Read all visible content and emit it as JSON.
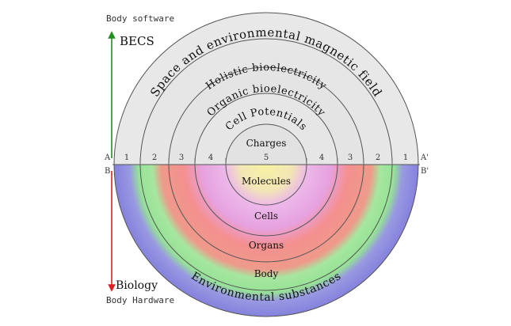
{
  "left_axis": {
    "top_caption": "Body software",
    "top_label": "BECS",
    "bottom_label": "Biology",
    "bottom_caption": "Body Hardware",
    "colors": {
      "up_arrow": "#1f8f1f",
      "down_arrow": "#e02020"
    }
  },
  "divider": {
    "left_upper": "A",
    "left_lower": "B",
    "right_upper": "A'",
    "right_lower": "B'",
    "numbers": [
      "1",
      "2",
      "3",
      "4",
      "5",
      "4",
      "3",
      "2",
      "1"
    ]
  },
  "upper_rings": {
    "ring1": "Space and environmental magnetic field",
    "ring2": "Holistic bioelectricity",
    "ring3": "Organic bioelectricity",
    "ring4": "Cell Potentials",
    "ring5": "Charges"
  },
  "lower_rings": {
    "ring1": "Environmental substances",
    "ring2": "Body",
    "ring3": "Organs",
    "ring4": "Cells",
    "ring5": "Molecules"
  },
  "colors": {
    "upper_fill": "#e6e6e6",
    "outer_lower": "#8a86e0",
    "body": "#8fe08a",
    "organs": "#f08a8a",
    "cells": "#e8a6e6",
    "molecules": "#f4f0a4"
  }
}
